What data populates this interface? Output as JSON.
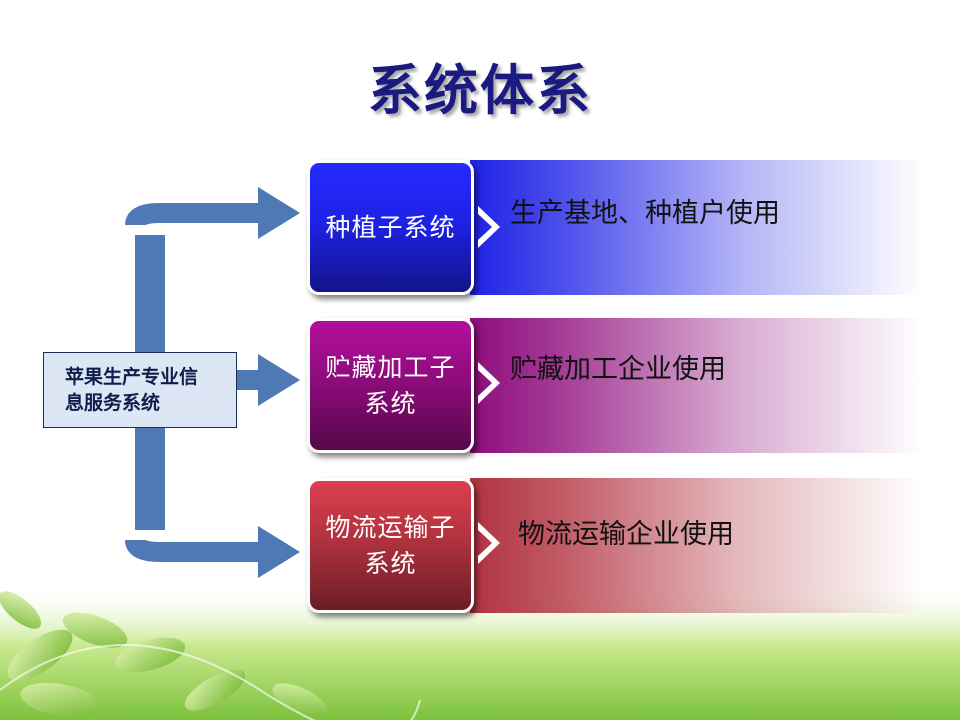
{
  "title": "系统体系",
  "source": {
    "label": "苹果生产专业信息服务系统"
  },
  "subsystems": [
    {
      "label": "种植子系统",
      "description": "生产基地、种植户使用",
      "color": "#1e22e6"
    },
    {
      "label": "贮藏加工子系统",
      "description": "贮藏加工企业使用",
      "color": "#8e0c7c"
    },
    {
      "label": "物流运输子系统",
      "description": "物流运输企业使用",
      "color": "#b1323f"
    }
  ],
  "colors": {
    "arrow": "#4e79b5",
    "title": "#1a1a80",
    "leaf": "#8cc63f"
  }
}
